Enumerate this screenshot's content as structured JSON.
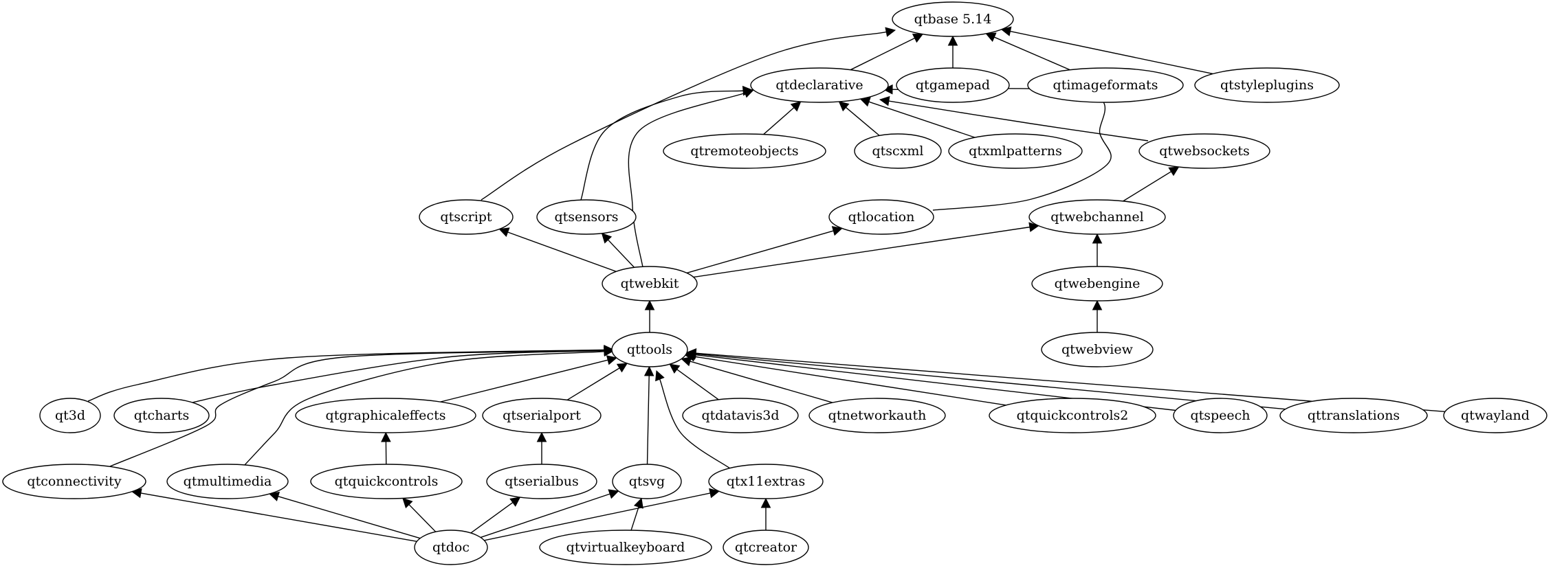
{
  "graph": {
    "nodes": [
      {
        "id": "qtbase",
        "label": "qtbase 5.14"
      },
      {
        "id": "qtdeclarative",
        "label": "qtdeclarative"
      },
      {
        "id": "qtgamepad",
        "label": "qtgamepad"
      },
      {
        "id": "qtimageformats",
        "label": "qtimageformats"
      },
      {
        "id": "qtstyleplugins",
        "label": "qtstyleplugins"
      },
      {
        "id": "qtremoteobjects",
        "label": "qtremoteobjects"
      },
      {
        "id": "qtscxml",
        "label": "qtscxml"
      },
      {
        "id": "qtxmlpatterns",
        "label": "qtxmlpatterns"
      },
      {
        "id": "qtwebsockets",
        "label": "qtwebsockets"
      },
      {
        "id": "qtscript",
        "label": "qtscript"
      },
      {
        "id": "qtsensors",
        "label": "qtsensors"
      },
      {
        "id": "qtlocation",
        "label": "qtlocation"
      },
      {
        "id": "qtwebchannel",
        "label": "qtwebchannel"
      },
      {
        "id": "qtwebkit",
        "label": "qtwebkit"
      },
      {
        "id": "qtwebengine",
        "label": "qtwebengine"
      },
      {
        "id": "qtwebview",
        "label": "qtwebview"
      },
      {
        "id": "qttools",
        "label": "qttools"
      },
      {
        "id": "qt3d",
        "label": "qt3d"
      },
      {
        "id": "qtcharts",
        "label": "qtcharts"
      },
      {
        "id": "qtgraphicaleffects",
        "label": "qtgraphicaleffects"
      },
      {
        "id": "qtserialport",
        "label": "qtserialport"
      },
      {
        "id": "qtdatavis3d",
        "label": "qtdatavis3d"
      },
      {
        "id": "qtnetworkauth",
        "label": "qtnetworkauth"
      },
      {
        "id": "qtquickcontrols2",
        "label": "qtquickcontrols2"
      },
      {
        "id": "qtspeech",
        "label": "qtspeech"
      },
      {
        "id": "qttranslations",
        "label": "qttranslations"
      },
      {
        "id": "qtwayland",
        "label": "qtwayland"
      },
      {
        "id": "qtconnectivity",
        "label": "qtconnectivity"
      },
      {
        "id": "qtmultimedia",
        "label": "qtmultimedia"
      },
      {
        "id": "qtquickcontrols",
        "label": "qtquickcontrols"
      },
      {
        "id": "qtserialbus",
        "label": "qtserialbus"
      },
      {
        "id": "qtsvg",
        "label": "qtsvg"
      },
      {
        "id": "qtx11extras",
        "label": "qtx11extras"
      },
      {
        "id": "qtdoc",
        "label": "qtdoc"
      },
      {
        "id": "qtvirtualkeyboard",
        "label": "qtvirtualkeyboard"
      },
      {
        "id": "qtcreator",
        "label": "qtcreator"
      }
    ],
    "edges": [
      {
        "from": "qtdeclarative",
        "to": "qtbase"
      },
      {
        "from": "qtgamepad",
        "to": "qtbase"
      },
      {
        "from": "qtimageformats",
        "to": "qtbase"
      },
      {
        "from": "qtstyleplugins",
        "to": "qtbase"
      },
      {
        "from": "qtscript",
        "to": "qtbase"
      },
      {
        "from": "qtremoteobjects",
        "to": "qtdeclarative"
      },
      {
        "from": "qtscxml",
        "to": "qtdeclarative"
      },
      {
        "from": "qtxmlpatterns",
        "to": "qtdeclarative"
      },
      {
        "from": "qtwebsockets",
        "to": "qtdeclarative"
      },
      {
        "from": "qtsensors",
        "to": "qtdeclarative"
      },
      {
        "from": "qtlocation",
        "to": "qtdeclarative"
      },
      {
        "from": "qtwebkit",
        "to": "qtdeclarative"
      },
      {
        "from": "qtwebchannel",
        "to": "qtwebsockets"
      },
      {
        "from": "qtwebkit",
        "to": "qtscript"
      },
      {
        "from": "qtwebkit",
        "to": "qtsensors"
      },
      {
        "from": "qtwebkit",
        "to": "qtlocation"
      },
      {
        "from": "qtwebkit",
        "to": "qtwebchannel"
      },
      {
        "from": "qtwebengine",
        "to": "qtwebchannel"
      },
      {
        "from": "qtwebview",
        "to": "qtwebengine"
      },
      {
        "from": "qttools",
        "to": "qtwebkit"
      },
      {
        "from": "qt3d",
        "to": "qttools"
      },
      {
        "from": "qtcharts",
        "to": "qttools"
      },
      {
        "from": "qtconnectivity",
        "to": "qttools"
      },
      {
        "from": "qtmultimedia",
        "to": "qttools"
      },
      {
        "from": "qtgraphicaleffects",
        "to": "qttools"
      },
      {
        "from": "qtserialport",
        "to": "qttools"
      },
      {
        "from": "qtsvg",
        "to": "qttools"
      },
      {
        "from": "qtx11extras",
        "to": "qttools"
      },
      {
        "from": "qtdatavis3d",
        "to": "qttools"
      },
      {
        "from": "qtnetworkauth",
        "to": "qttools"
      },
      {
        "from": "qtquickcontrols2",
        "to": "qttools"
      },
      {
        "from": "qtspeech",
        "to": "qttools"
      },
      {
        "from": "qttranslations",
        "to": "qttools"
      },
      {
        "from": "qtwayland",
        "to": "qttools"
      },
      {
        "from": "qtquickcontrols",
        "to": "qtgraphicaleffects"
      },
      {
        "from": "qtserialbus",
        "to": "qtserialport"
      },
      {
        "from": "qtdoc",
        "to": "qtconnectivity"
      },
      {
        "from": "qtdoc",
        "to": "qtmultimedia"
      },
      {
        "from": "qtdoc",
        "to": "qtquickcontrols"
      },
      {
        "from": "qtdoc",
        "to": "qtserialbus"
      },
      {
        "from": "qtdoc",
        "to": "qtsvg"
      },
      {
        "from": "qtdoc",
        "to": "qtx11extras"
      },
      {
        "from": "qtvirtualkeyboard",
        "to": "qtsvg"
      },
      {
        "from": "qtcreator",
        "to": "qtx11extras"
      }
    ]
  }
}
